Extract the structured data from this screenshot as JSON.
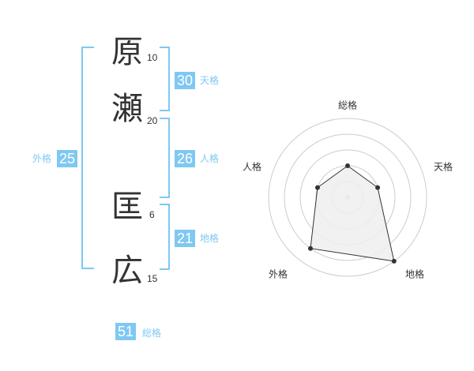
{
  "characters": [
    {
      "char": "原",
      "strokes": "10"
    },
    {
      "char": "瀬",
      "strokes": "20"
    },
    {
      "char": "匡",
      "strokes": "6"
    },
    {
      "char": "広",
      "strokes": "15"
    }
  ],
  "scores": {
    "tenkaku": {
      "value": "30",
      "label": "天格"
    },
    "jinkaku": {
      "value": "26",
      "label": "人格"
    },
    "chikaku": {
      "value": "21",
      "label": "地格"
    },
    "gaikaku": {
      "value": "25",
      "label": "外格"
    },
    "soukaku": {
      "value": "51",
      "label": "総格"
    }
  },
  "colors": {
    "accent": "#7fc8f2",
    "text": "#333333",
    "radar_fill": "#eeeeee",
    "radar_ring": "#cccccc"
  },
  "chart_data": {
    "type": "radar",
    "axes": [
      "総格",
      "天格",
      "地格",
      "外格",
      "人格"
    ],
    "values": [
      2,
      2,
      5,
      4,
      2
    ],
    "rlim": [
      0,
      5
    ],
    "grid": true
  }
}
